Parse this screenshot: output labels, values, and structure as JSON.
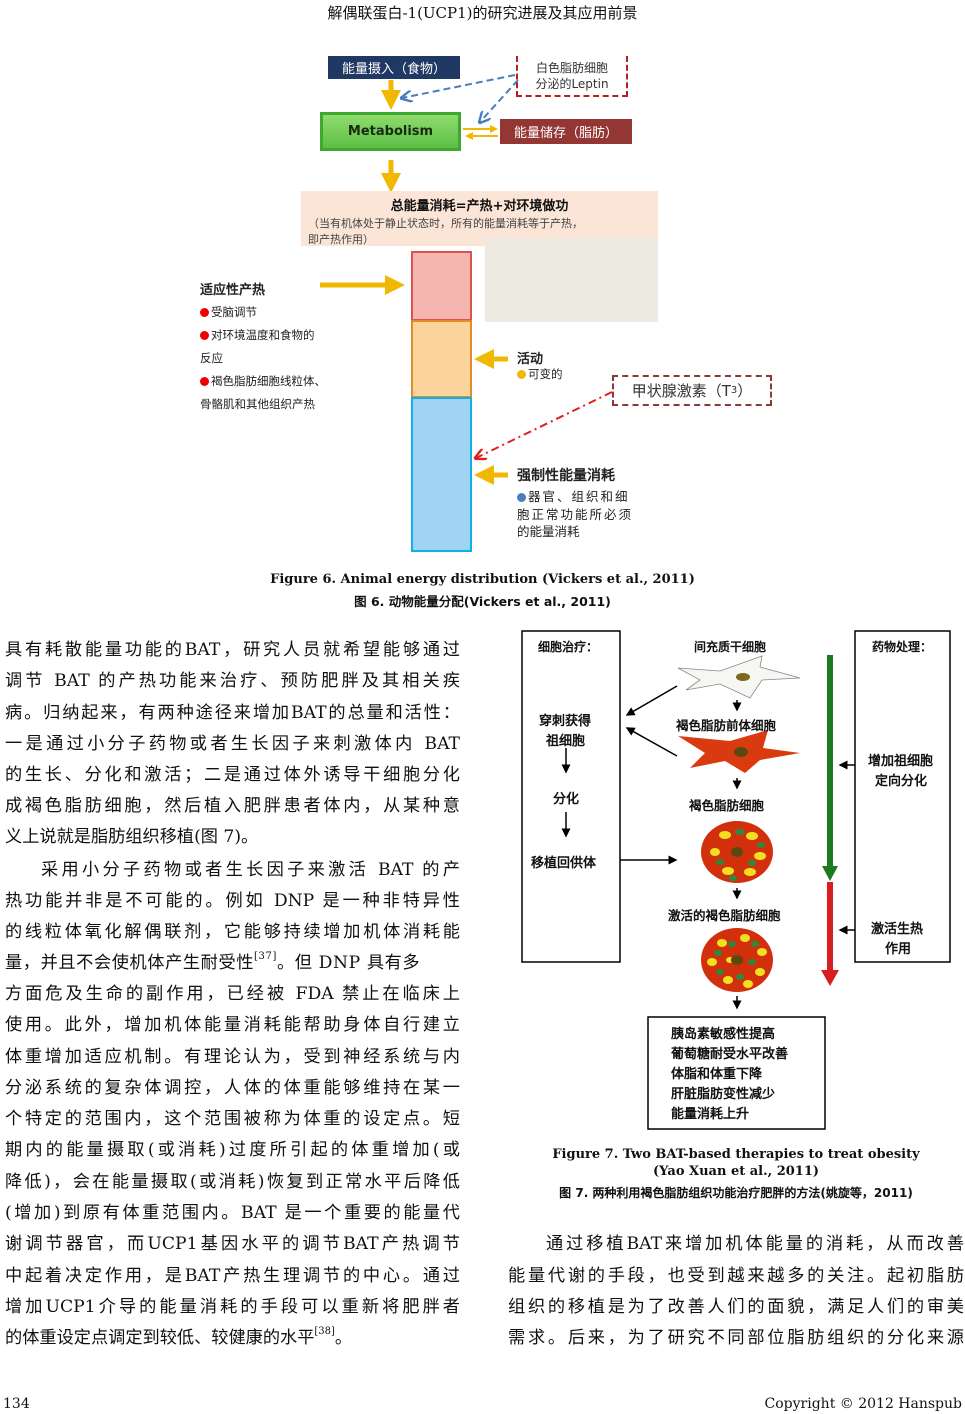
{
  "header": {
    "title": "解偶联蛋白-1(UCP1)的研究进展及其应用前景"
  },
  "figure6": {
    "intake": "能量摄入（食物）",
    "leptin": [
      "白色脂肪细胞",
      "分泌的Leptin"
    ],
    "metabolism": "Metabolism",
    "storage": "能量储存（脂肪）",
    "total_title": "总能量消耗=产热+对环境做功",
    "total_note": [
      "（当有机体处于静止状态时，所有的能量消耗等于产热，",
      "即产热作用）"
    ],
    "adaptive_title": "适应性产热",
    "adaptive_items": [
      "受脑调节",
      "对环境温度和食物的",
      "反应",
      "褐色脂肪细胞线粒体、",
      "骨骼肌和其他组织产热"
    ],
    "activity_title": "活动",
    "activity_item": "可变的",
    "thyroid": "甲状腺激素（T",
    "thyroid_sub": "3",
    "thyroid_end": "）",
    "obligatory_title": "强制性能量消耗",
    "obligatory_items": [
      "器官、组织和细",
      "胞正常功能所必须",
      "的能量消耗"
    ],
    "caption_en": "Figure 6. Animal energy distribution (Vickers et al., 2011)",
    "caption_cn": "图 6.  动物能量分配(Vickers et al., 2011)",
    "colors": {
      "intake": "#1f3864",
      "metabolism": "#5cbf45",
      "storage": "#943634",
      "adaptive": "#f4b6ae",
      "activity": "#fad49b",
      "obligatory": "#9fd3f1",
      "arrow": "#f0b800"
    }
  },
  "figure7": {
    "cell_therapy": "细胞治疗：",
    "cell_steps": [
      "穿刺获得",
      "祖细胞",
      "分化",
      "移植回供体"
    ],
    "drug": "药物处理：",
    "drug_steps": [
      "增加祖细胞",
      "定向分化",
      "激活生热",
      "作用"
    ],
    "stages": [
      "间充质干细胞",
      "褐色脂肪前体细胞",
      "褐色脂肪细胞",
      "激活的褐色脂肪细胞"
    ],
    "outcomes": [
      "胰岛素敏感性提高",
      "葡萄糖耐受水平改善",
      "体脂和体重下降",
      "肝脏脂肪变性减少",
      "能量消耗上升"
    ],
    "caption_en": [
      "Figure 7. Two BAT-based therapies to treat obesity",
      "(Yao Xuan et al., 2011)"
    ],
    "caption_cn": "图 7.  两种利用褐色脂肪组织功能治疗肥胖的方法(姚旋等，2011)"
  },
  "body_left": [
    "具有耗散能量功能的BAT，研究人员就希望能够通过",
    "调节 BAT 的产热功能来治疗、预防肥胖及其相关疾",
    "病。归纳起来，有两种途径来增加BAT的总量和活性：",
    "一是通过小分子药物或者生长因子来刺激体内 BAT",
    "的生长、分化和激活；二是通过体外诱导干细胞分化",
    "成褐色脂肪细胞，然后植入肥胖患者体内，从某种意",
    "义上说就是脂肪组织移植(图 7)。",
    "采用小分子药物或者生长因子来激活 BAT 的产",
    "热功能并非是不可能的。例如 DNP 是一种非特异性",
    "的线粒体氧化解偶联剂，它能够持续增加机体消耗能",
    "量，并且不会使机体产生耐受性",
    "方面危及生命的副作用，已经被 FDA 禁止在临床上",
    "使用。此外，增加机体能量消耗能帮助身体自行建立",
    "体重增加适应机制。有理论认为，受到神经系统与内",
    "分泌系统的复杂体调控，人体的体重能够维持在某一",
    "个特定的范围内，这个范围被称为体重的设定点。短",
    "期内的能量摄取(或消耗)过度所引起的体重增加(或",
    "降低)，会在能量摄取(或消耗)恢复到正常水平后降低",
    "(增加)到原有体重范围内。BAT 是一个重要的能量代",
    "谢调节器官，而UCP1基因水平的调节BAT产热调节",
    "中起着决定作用，是BAT产热生理调节的中心。通过",
    "增加UCP1介导的能量消耗的手段可以重新将肥胖者",
    "的体重设定点调定到较低、较健康的水平"
  ],
  "ref37": "[37]",
  "line11_tail": "。但 DNP 具有多",
  "ref38": "[38]",
  "line23_tail": "。",
  "body_right": [
    "通过移植BAT来增加机体能量的消耗，从而改善",
    "能量代谢的手段，也受到越来越多的关注。起初脂肪",
    "组织的移植是为了改善人们的面貌，满足人们的审美",
    "需求。后来，为了研究不同部位脂肪组织的分化来源"
  ],
  "footer": {
    "page": "134",
    "copyright": "Copyright © 2012 Hanspub"
  }
}
